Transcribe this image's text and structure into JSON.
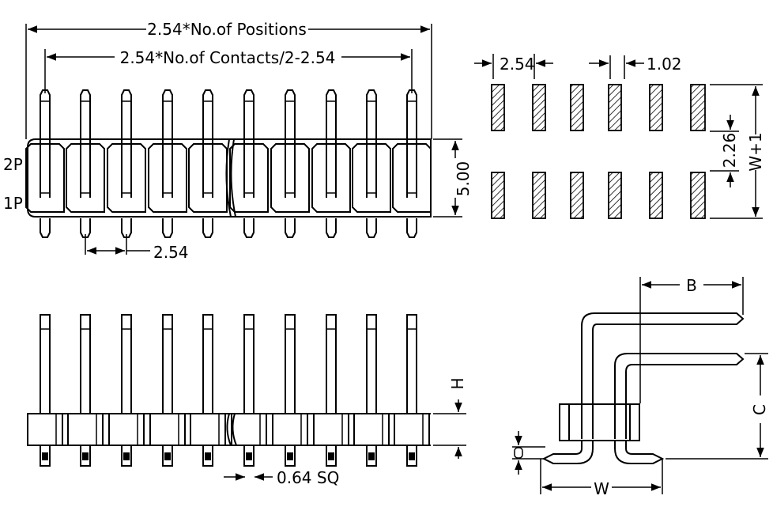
{
  "top_view": {
    "dim_positions": "2.54*No.of Positions",
    "dim_contacts": "2.54*No.of Contacts/2-2.54",
    "dim_height": "5.00",
    "dim_pitch": "2.54",
    "row_label_2p": "2P",
    "row_label_1p": "1P"
  },
  "pcb_layout": {
    "dim_pitch": "2.54",
    "dim_hole": "1.02",
    "dim_row_spacing": "2.26",
    "dim_width": "W+1"
  },
  "front_view": {
    "dim_h": "H",
    "dim_pin": "0.64 SQ"
  },
  "side_view": {
    "dim_b": "B",
    "dim_c": "C",
    "dim_w": "W"
  }
}
